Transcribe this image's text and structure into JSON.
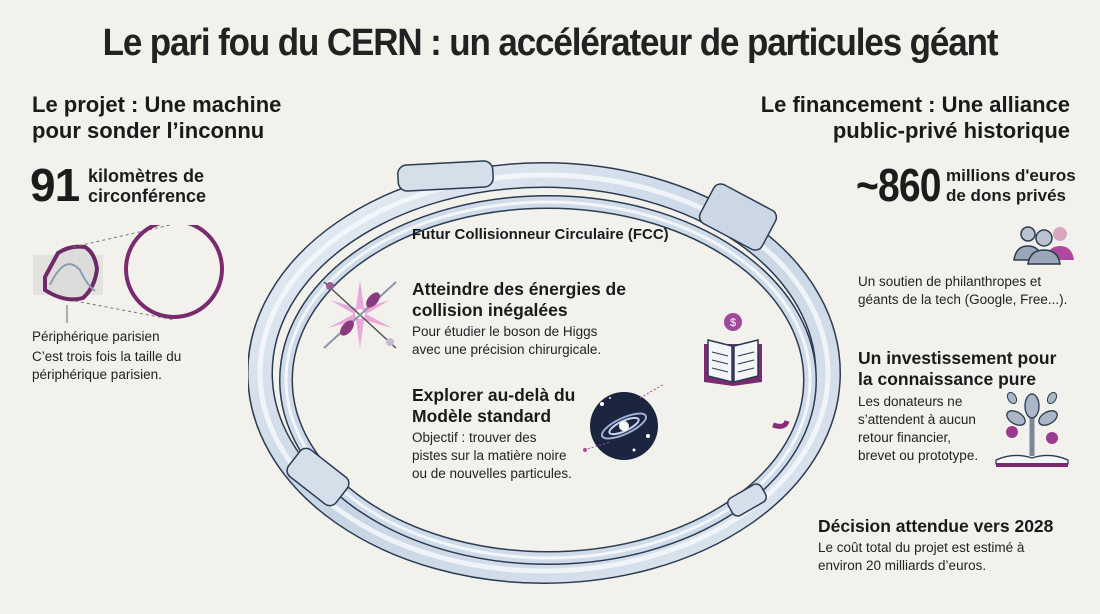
{
  "title": "Le pari fou du CERN : un accélérateur de particules géant",
  "colors": {
    "background": "#f3f1ec",
    "accent_purple": "#7a2a6e",
    "ring_blue": "#cfdbe8",
    "ring_outline": "#2b3b52",
    "text": "#1c1c1c"
  },
  "left": {
    "section_title_line1": "Le projet : Une machine",
    "section_title_line2": "pour sonder l’inconnu",
    "stat_number": "91",
    "stat_label_line1": "kilomètres de",
    "stat_label_line2": "circonférence",
    "comparison_label": "Périphérique parisien",
    "comparison_text_line1": "C’est trois fois la taille du",
    "comparison_text_line2": "périphérique parisien.",
    "icons": [
      "paris-ring-map-icon",
      "fcc-ring-circle-icon"
    ]
  },
  "center": {
    "ring_label": "Futur Collisionneur Circulaire (FCC)",
    "items": [
      {
        "icon": "particle-collision-icon",
        "title_line1": "Atteindre des énergies de",
        "title_line2": "collision inégalées",
        "text_line1": "Pour étudier le boson de Higgs",
        "text_line2": "avec une précision chirurgicale."
      },
      {
        "icon": "galaxy-icon",
        "title_line1": "Explorer au-delà du",
        "title_line2": "Modèle standard",
        "text_line1": "Objectif : trouver des",
        "text_line2": "pistes sur la matière noire",
        "text_line3": "ou de nouvelles particules."
      }
    ],
    "book_icon": "book-with-coin-icon"
  },
  "right": {
    "section_title_line1": "Le financement : Une alliance",
    "section_title_line2": "public-privé historique",
    "stat_number": "~860",
    "stat_label_line1": "millions d'euros",
    "stat_label_line2": "de dons privés",
    "supporters_icon": "people-group-icon",
    "supporters_text_line1": "Un soutien de philanthropes et",
    "supporters_text_line2": "géants de la tech (Google, Free...).",
    "invest_title_line1": "Un investissement pour",
    "invest_title_line2": "la connaissance pure",
    "invest_text_line1": "Les donateurs ne",
    "invest_text_line2": "s’attendent à aucun",
    "invest_text_line3": "retour financier,",
    "invest_text_line4": "brevet ou prototype.",
    "invest_icon": "knowledge-tree-icon",
    "decision_title": "Décision attendue vers 2028",
    "decision_text_line1": "Le coût total du projet est estimé à",
    "decision_text_line2": "environ 20 milliards d’euros."
  }
}
